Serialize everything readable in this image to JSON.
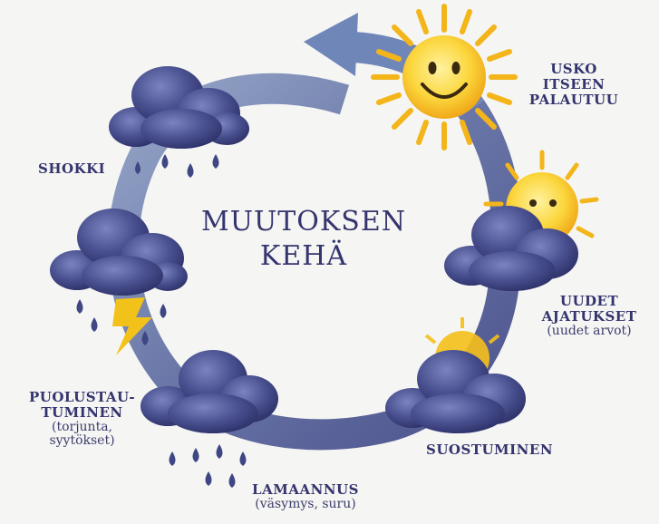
{
  "title": {
    "line1": "MUUTOKSEN",
    "line2": "KEHÄ"
  },
  "stages": {
    "shokki": {
      "label": "SHOKKI"
    },
    "puolustautuminen": {
      "label_line1": "PUOLUSTAU-",
      "label_line2": "TUMINEN",
      "sub_line1": "(torjunta,",
      "sub_line2": "syytökset)"
    },
    "lamaannus": {
      "label": "LAMAANNUS",
      "sub": "(väsymys, suru)"
    },
    "suostuminen": {
      "label": "SUOSTUMINEN"
    },
    "uudet_ajatukset": {
      "label_line1": "UUDET",
      "label_line2": "AJATUKSET",
      "sub": "(uudet arvot)"
    },
    "usko_itseen": {
      "label_line1": "USKO",
      "label_line2": "ITSEEN",
      "label_line3": "PALAUTUU"
    }
  },
  "colors": {
    "text": "#34346e",
    "cloud": "#3f4684",
    "cloud_light": "#6b73b0",
    "arrow": "#5a6a9e",
    "sun": "#f6c01c",
    "sun_face": "#fbd94a",
    "lightning": "#f2c21a"
  },
  "icons": [
    "cloud-icon",
    "raindrop-icon",
    "lightning-icon",
    "sun-icon",
    "smiley-sun-icon",
    "arrow-icon"
  ]
}
